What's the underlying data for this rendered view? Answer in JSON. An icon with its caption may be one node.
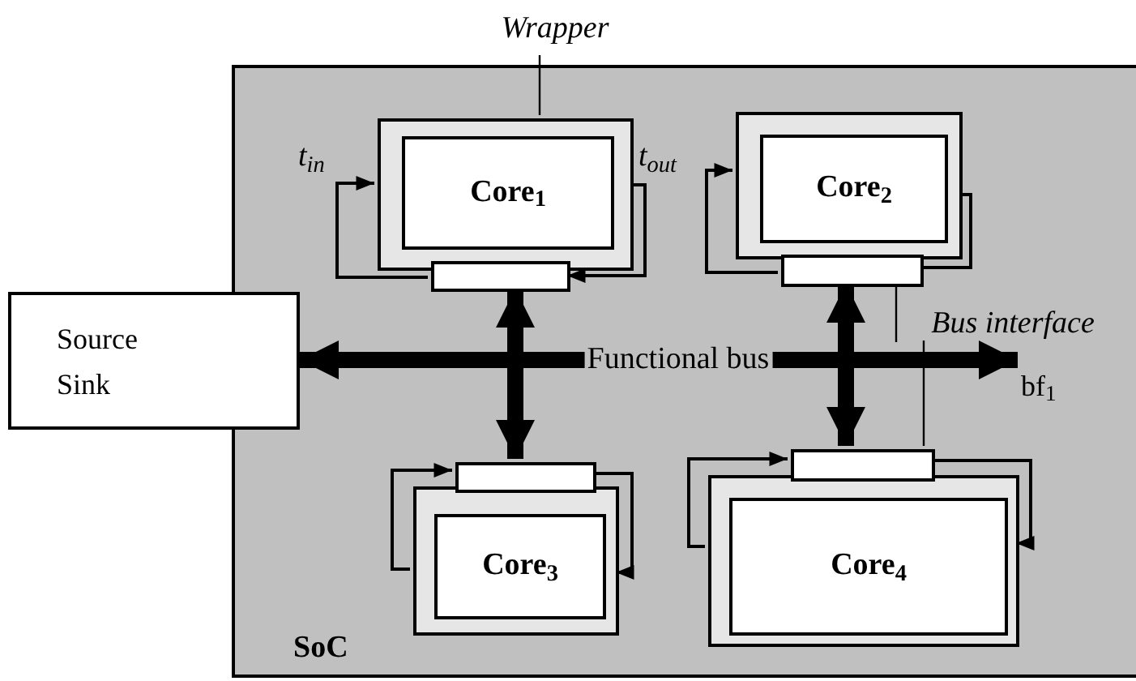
{
  "diagram": {
    "nodes": [
      {
        "text": [
          "SoC"
        ]
      },
      {
        "text": [],
        "shape": "box",
        "in": 0
      },
      {
        "text": [
          "Core$_{1}$"
        ],
        "in": 1
      },
      {
        "text": [],
        "shape": "bar",
        "in": 0
      },
      {
        "text": [],
        "shape": "box",
        "in": 0
      },
      {
        "text": [
          "Core$_{2}$"
        ],
        "in": 4
      },
      {
        "text": [],
        "shape": "bar",
        "in": 0
      },
      {
        "text": [],
        "shape": "box",
        "in": 0
      },
      {
        "text": [
          "Core$_{3}$"
        ],
        "in": 7
      },
      {
        "text": [],
        "shape": "bar",
        "in": 0
      },
      {
        "text": [],
        "shape": "box",
        "in": 0
      },
      {
        "text": [
          "Core$_{4}$"
        ],
        "in": 10
      },
      {
        "text": [],
        "shape": "bar",
        "in": 0
      },
      {
        "text": [
          "Source Sink"
        ]
      },
      {
        "text": [
          "bf$_{1}$"
        ],
        "in": 0
      },
      {
        "text": [
          "Wrapper"
        ]
      },
      {
        "text": [
          "Bus interface"
        ],
        "in": 0
      }
    ],
    "edges": [
      {
        "from": 13,
        "to": 14,
        "arrow": "both",
        "label": "Functional bus",
        "style": "thick"
      },
      {
        "from": 3,
        "to": 9,
        "arrow": "both",
        "style": "thick"
      },
      {
        "from": 6,
        "to": 12,
        "arrow": "both",
        "style": "thick"
      },
      {
        "from": 3,
        "to": 1,
        "arrow": "to"
      },
      {
        "from": 1,
        "to": 3,
        "arrow": "to"
      },
      {
        "from": 6,
        "to": 4,
        "arrow": "to"
      },
      {
        "from": 4,
        "to": 6,
        "arrow": "none"
      },
      {
        "from": 7,
        "to": 9,
        "arrow": "to"
      },
      {
        "from": 9,
        "to": 7,
        "arrow": "to"
      },
      {
        "from": 10,
        "to": 12,
        "arrow": "to"
      },
      {
        "from": 12,
        "to": 10,
        "arrow": "to"
      },
      {
        "from": 15,
        "to": 1,
        "arrow": "none"
      },
      {
        "from": 16,
        "to": 6,
        "arrow": "none"
      },
      {
        "from": 16,
        "to": 12,
        "arrow": "none"
      }
    ],
    "labels": [
      "t$_{in}$",
      "t$_{out}$"
    ]
  }
}
